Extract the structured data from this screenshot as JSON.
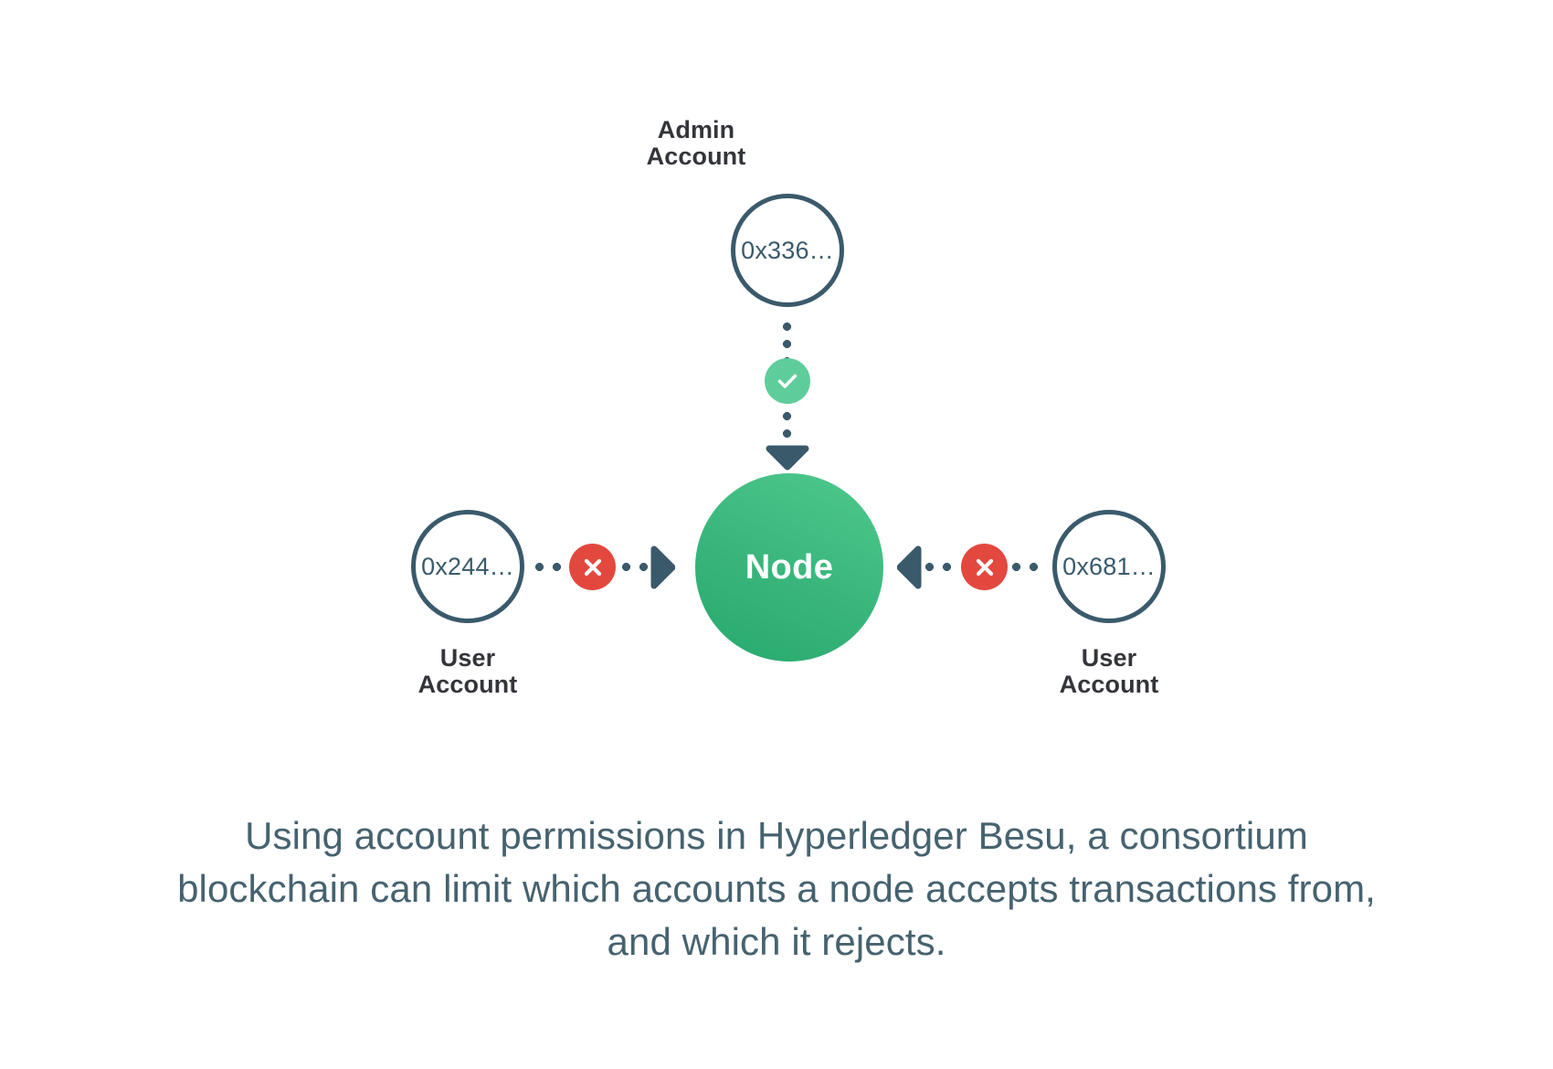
{
  "diagram": {
    "title_present": false,
    "colors": {
      "accent_green": "#39b57c",
      "badge_allow": "#5ecd9b",
      "badge_deny": "#e3483f",
      "stroke_slate": "#3a5a6b",
      "label_dark": "#33353a",
      "caption_slate": "#46626f",
      "background": "#ffffff"
    },
    "center_node": {
      "label": "Node",
      "type": "blockchain-node"
    },
    "accounts": [
      {
        "id": "admin",
        "role_label": "Admin\nAccount",
        "address": "0x336…",
        "position": "top",
        "permission": "allowed",
        "badge_icon": "check-icon"
      },
      {
        "id": "user-left",
        "role_label": "User\nAccount",
        "address": "0x244…",
        "position": "left",
        "permission": "rejected",
        "badge_icon": "cross-icon"
      },
      {
        "id": "user-right",
        "role_label": "User\nAccount",
        "address": "0x681…",
        "position": "right",
        "permission": "rejected",
        "badge_icon": "cross-icon"
      }
    ],
    "caption": "Using account permissions in Hyperledger Besu, a consortium blockchain can limit which accounts a node accepts transactions from, and which it rejects."
  }
}
